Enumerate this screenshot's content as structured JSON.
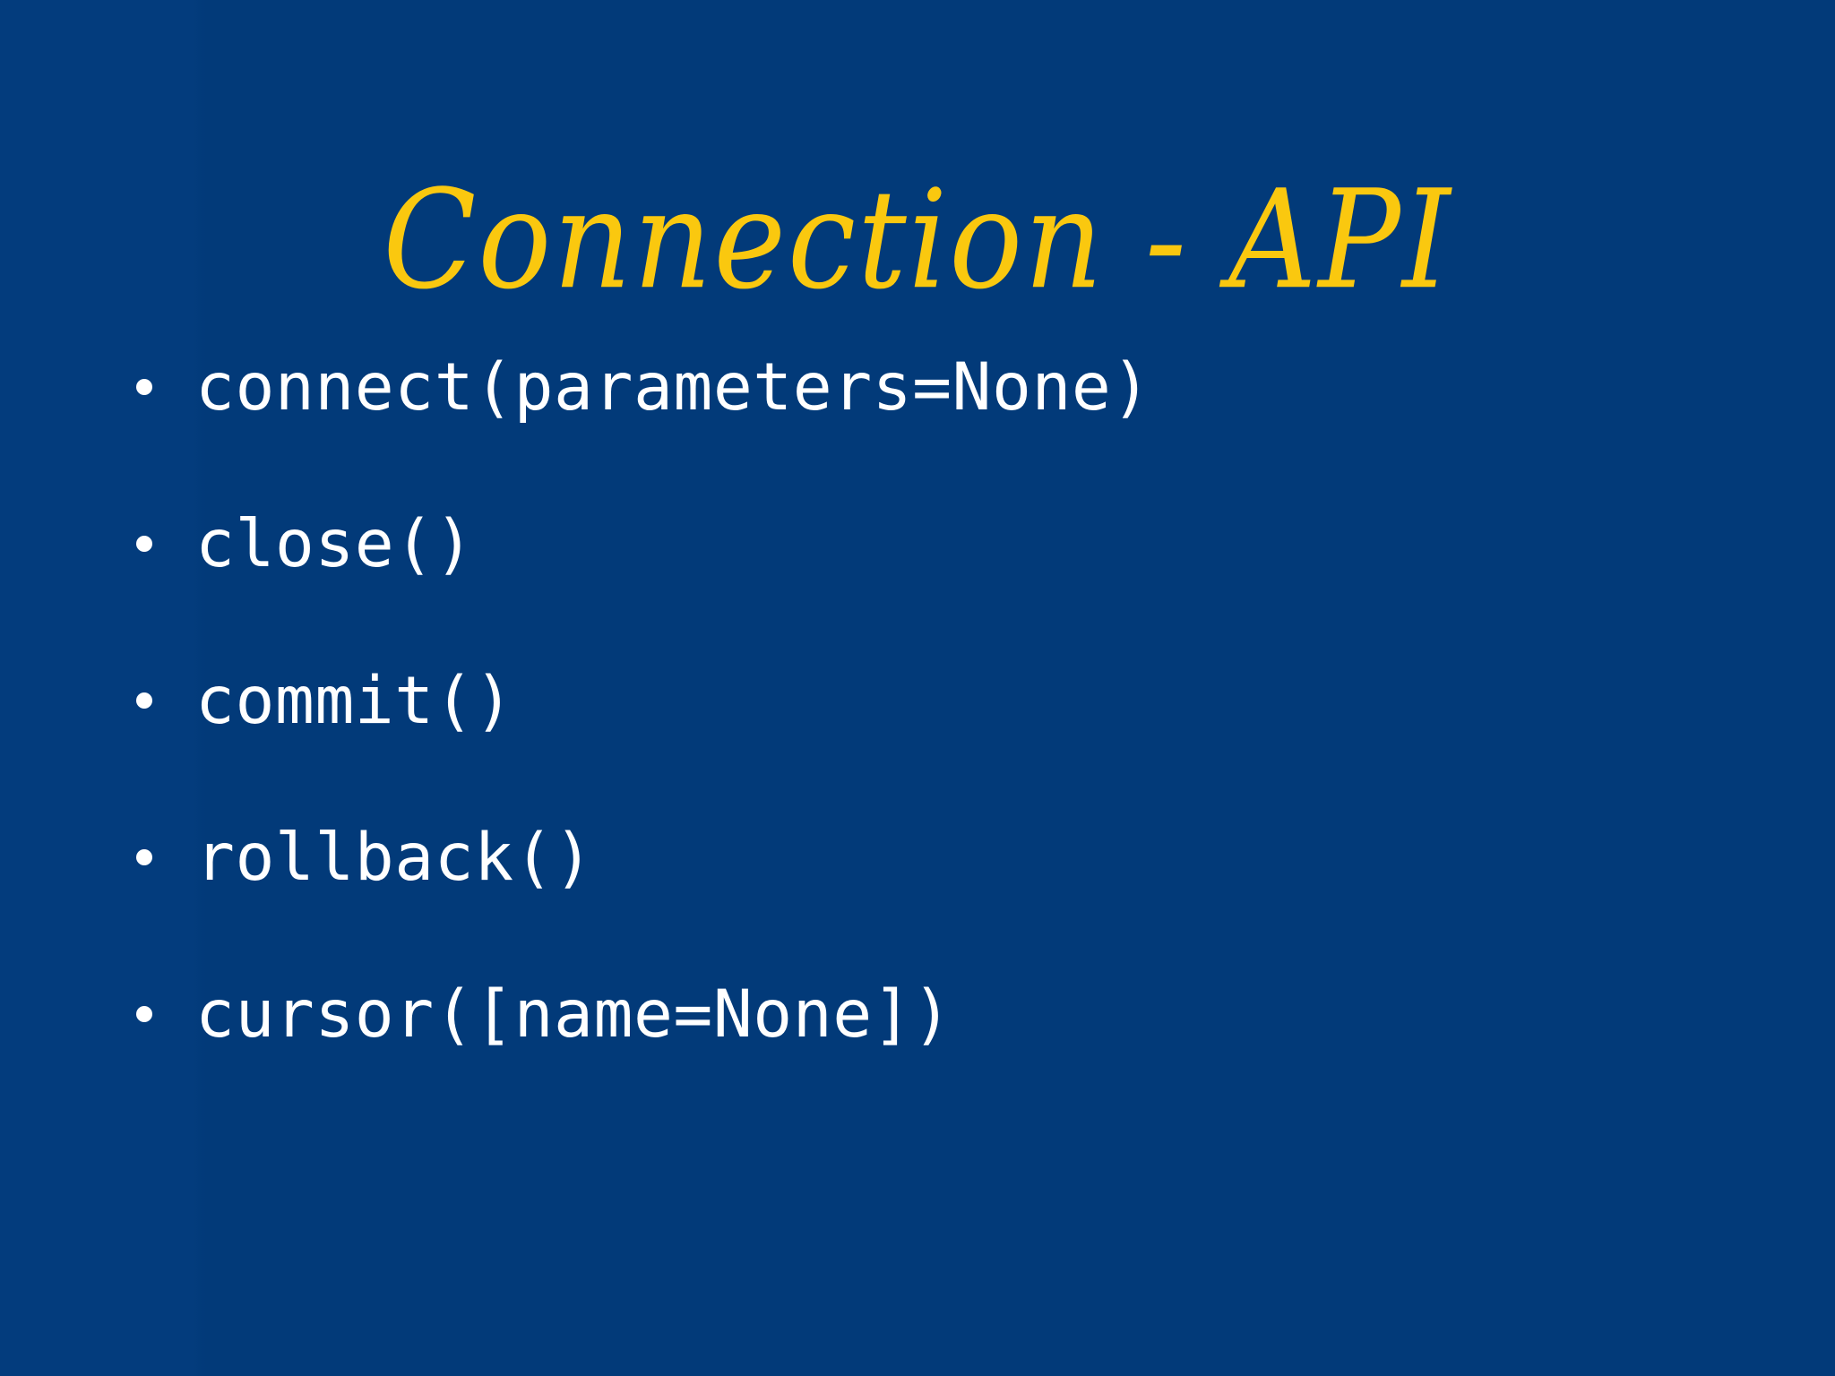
{
  "slide": {
    "title": "Connection - API",
    "background_color": "#023a7a",
    "title_color": "#fac80f",
    "body_text_color": "#ffffff",
    "bullet_marker": "round-dot",
    "bullets": [
      {
        "text": "connect(parameters=None)"
      },
      {
        "text": "close()"
      },
      {
        "text": "commit()"
      },
      {
        "text": "rollback()"
      },
      {
        "text": "cursor([name=None])"
      }
    ]
  }
}
